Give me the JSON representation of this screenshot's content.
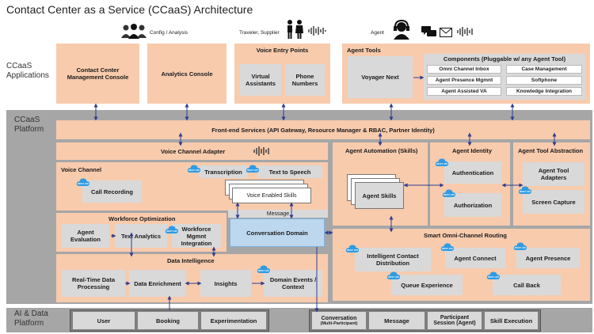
{
  "title": "Contact Center as a Service (CCaaS) Architecture",
  "personas": {
    "config": "Config / Analysis",
    "traveler": "Traveler, Supplier",
    "agent": "Agent"
  },
  "layers": {
    "applications": "CCaaS\nApplications",
    "platform": "CCaaS\nPlatform",
    "ai_data": "AI & Data\nPlatform"
  },
  "applications": {
    "management_console": "Contact Center Management Console",
    "analytics_console": "Analytics Console",
    "voice_entry_points": "Voice Entry Points",
    "virtual_assistants": "Virtual Assistants",
    "phone_numbers": "Phone Numbers",
    "agent_tools": "Agent Tools",
    "voyager_next": "Voyager Next",
    "components_title": "Components (Pluggable w/ any Agent Tool)",
    "components": [
      "Omni Channel Inbox",
      "Case Management",
      "Agent Presence Mgmnt",
      "Softphone",
      "Agent Assisted VA",
      "Knowledge Integration"
    ]
  },
  "platform": {
    "front_end": "Front-end Services (API Gateway, Resource Manager & RBAC, Partner Identity)",
    "voice_channel_adapter": "Voice Channel Adapter",
    "voice_channel": "Voice Channel",
    "call_recording": "Call Recording",
    "transcription": "Transcription",
    "text_to_speech": "Text to Speech",
    "voice_enabled_skills": "Voice Enabled Skills",
    "message": "Message",
    "conversation_domain": "Conversation Domain",
    "workforce_optimization": "Workforce Optimization",
    "agent_evaluation": "Agent Evaluation",
    "text_analytics": "Text Analytics",
    "workforce_mgmnt": "Workforce Mgmnt Integration",
    "data_intelligence": "Data Intelligence",
    "real_time": "Real-Time Data Processing",
    "data_enrichment": "Data Enrichment",
    "insights": "Insights",
    "domain_events": "Domain Events / Context",
    "agent_automation": "Agent Automation (Skills)",
    "agent_skills": "Agent Skills",
    "agent_identity": "Agent Identity",
    "authentication": "Authentication",
    "authorization": "Authorization",
    "agent_tool_abstraction": "Agent Tool Abstraction",
    "agent_tool_adapters": "Agent Tool Adapters",
    "screen_capture": "Screen Capture",
    "smart_routing": "Smart Omni-Channel Routing",
    "intelligent_contact": "Intelligent Contact Distribution",
    "agent_connect": "Agent Connect",
    "agent_presence": "Agent Presence",
    "queue_experience": "Queue Experience",
    "call_back": "Call Back"
  },
  "ai_data": {
    "user": "User",
    "booking": "Booking",
    "experimentation": "Experimentation",
    "conversation": "Conversation",
    "conversation_sub": "(Multi-Participant)",
    "message": "Message",
    "participant_session": "Participant Session (Agent)",
    "skill_execution": "Skill Execution"
  },
  "rest_api": "REST API",
  "colors": {
    "salmon": "#f8cbad",
    "gray_band": "#a6a6a6",
    "panel": "#d9d9d9",
    "conversation_domain": "#bdd7ee",
    "arrow": "#2f3c8f",
    "cloud": "#2e9be3"
  },
  "icons": [
    "people-group-icon",
    "traveler-couple-icon",
    "sound-wave-icon",
    "agent-headset-icon",
    "chat-bubbles-icon",
    "envelope-icon",
    "rest-api-cloud-icon"
  ]
}
